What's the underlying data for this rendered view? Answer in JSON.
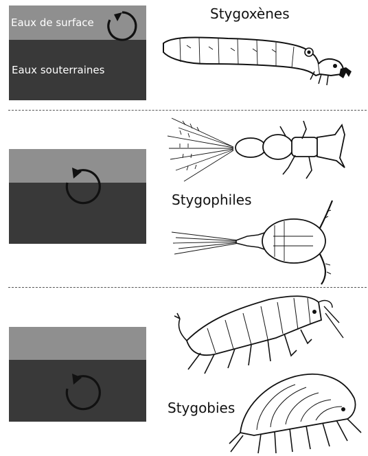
{
  "colors": {
    "surface": "#8f8f8f",
    "underground": "#393939",
    "label": "#ffffff",
    "ink": "#111111"
  },
  "legend": {
    "surface": "Eaux de surface",
    "underground": "Eaux souterraines"
  },
  "categories": [
    {
      "name": "Stygoxènes",
      "cycle": "cycle-arrow-icon"
    },
    {
      "name": "Stygophiles",
      "cycle": "cycle-arrow-icon"
    },
    {
      "name": "Stygobies",
      "cycle": "cycle-arrow-icon"
    }
  ],
  "icons": [
    "cycle-arrow-icon",
    "insect-larva-icon",
    "stonefly-nymph-icon",
    "copepod-icon",
    "amphipod-icon",
    "isopod-icon"
  ]
}
